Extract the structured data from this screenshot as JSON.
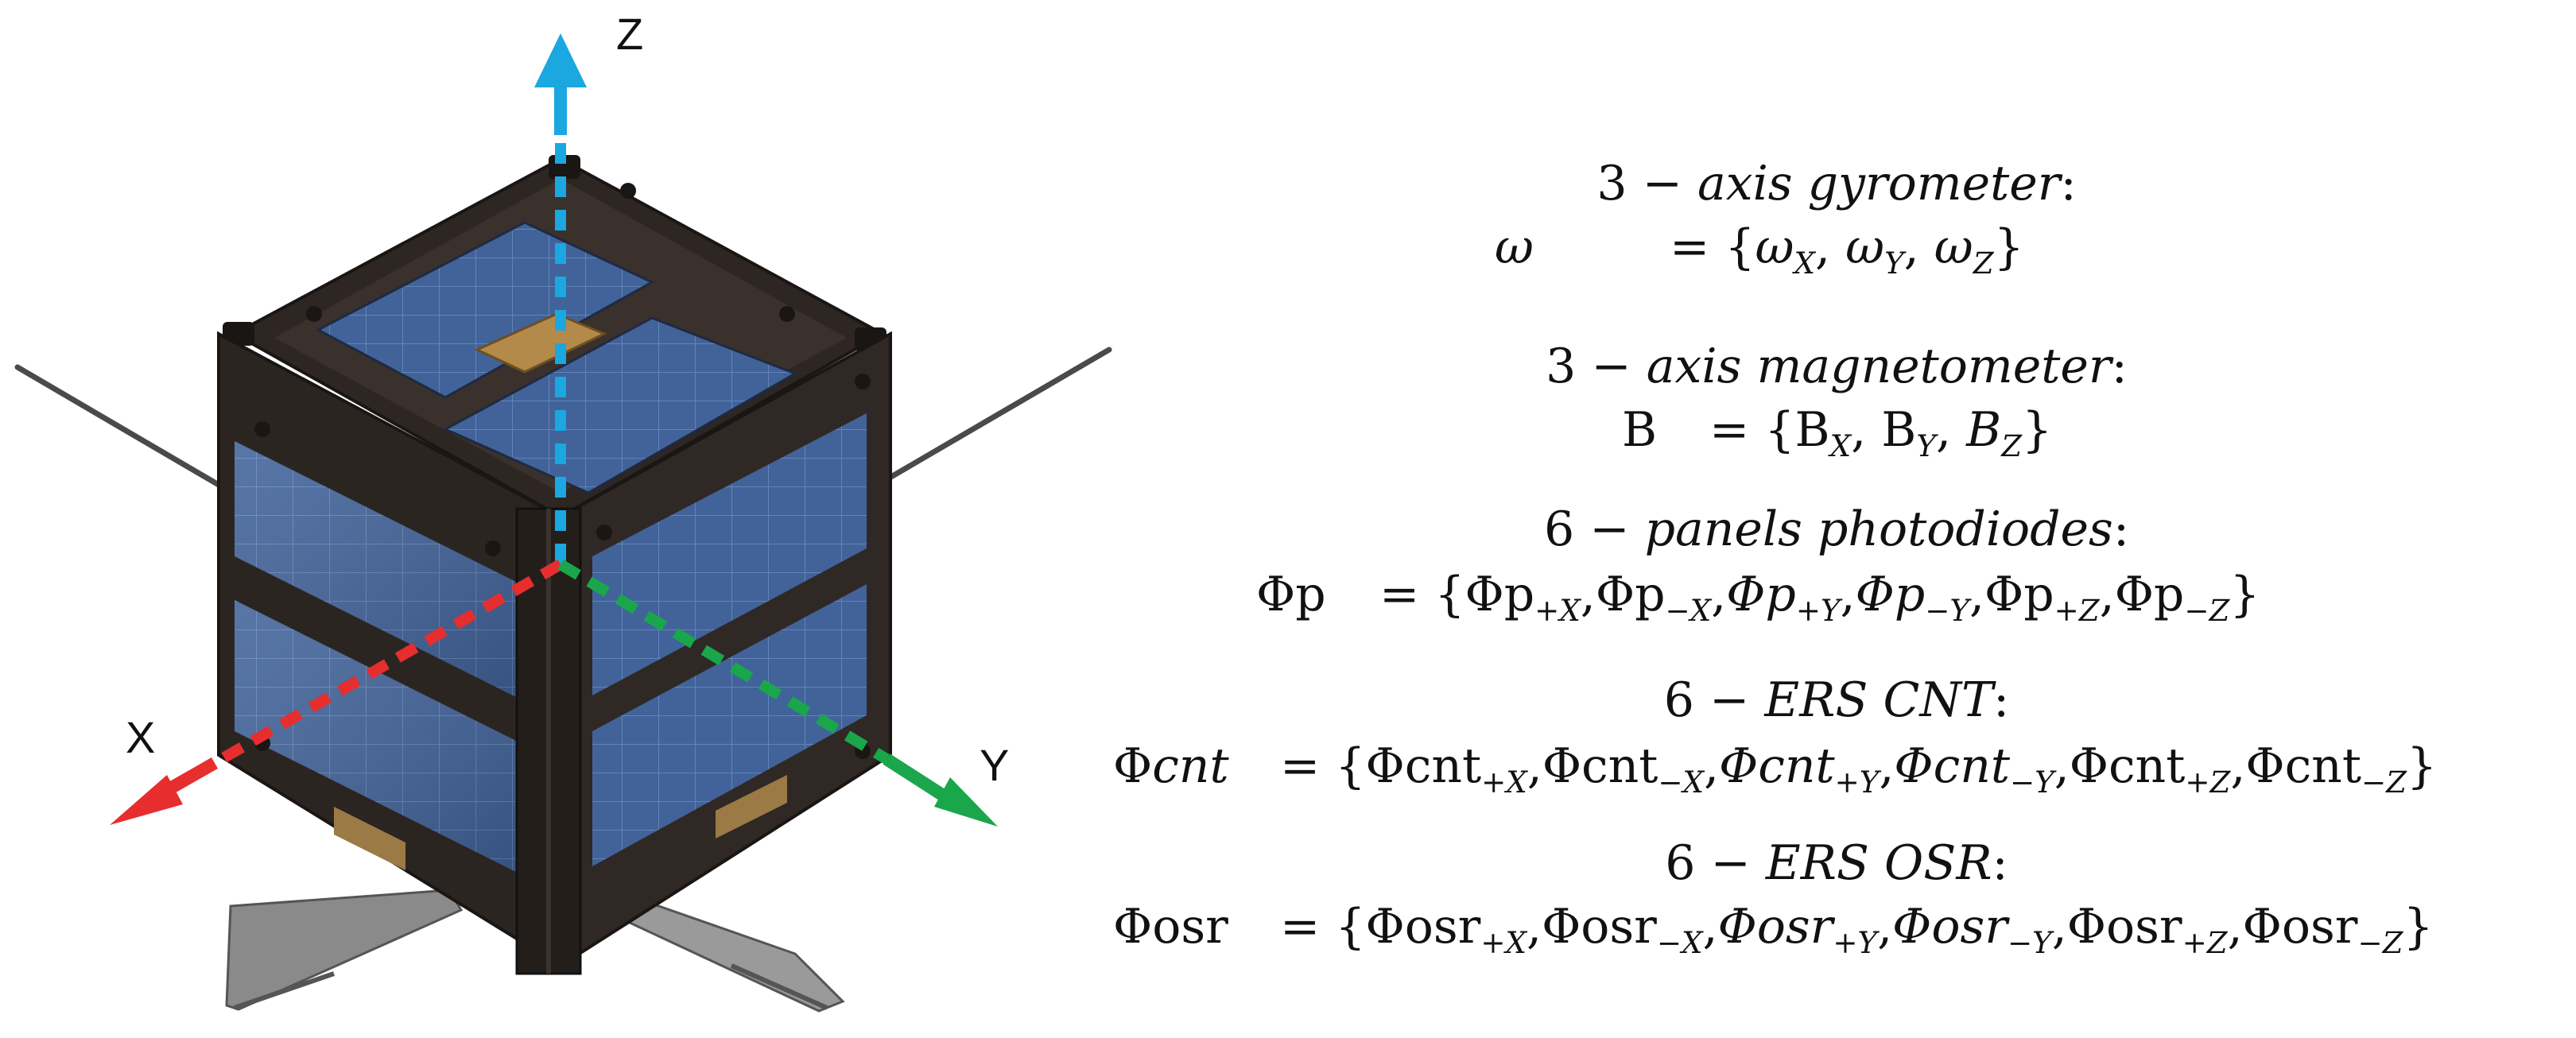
{
  "figure": {
    "axes": {
      "z_label": "Z",
      "x_label": "X",
      "y_label": "Y"
    },
    "colors": {
      "x_axis": "#e62e2e",
      "y_axis": "#1aa64a",
      "z_axis": "#1ba7e0",
      "solar_cell": "#3f5f93",
      "frame": "#2b2522"
    }
  },
  "equations": {
    "gyro": {
      "num": "3",
      "minus": "−",
      "title": "axis gyrometer",
      "colon": ":",
      "symbol": "ω",
      "eq": "=",
      "open": "{",
      "close": "}",
      "comps": [
        "ω",
        "ω",
        "ω"
      ],
      "subs": [
        "X",
        "Y",
        "Z"
      ]
    },
    "mag": {
      "num": "3",
      "minus": "−",
      "title": "axis magnetometer",
      "colon": ":",
      "symbol": "B",
      "eq": "=",
      "open": "{",
      "close": "}",
      "comps": [
        "B",
        "B",
        "B"
      ],
      "subs": [
        "X",
        "Y",
        "Z"
      ]
    },
    "photo": {
      "num": "6",
      "minus": "−",
      "title": "panels photodiodes",
      "colon": ":",
      "symbol": "Φp",
      "eq": "=",
      "open": "{",
      "close": "}",
      "comps": [
        "Φp",
        "Φp",
        "Φp",
        "Φp",
        "Φp",
        "Φp"
      ],
      "subs": [
        "+X",
        "−X",
        "+Y",
        "−Y",
        "+Z",
        "−Z"
      ]
    },
    "cnt": {
      "num": "6",
      "minus": "−",
      "title": "ERS CNT",
      "colon": ":",
      "symbol_phi": "Φ",
      "symbol_rest": "cnt",
      "eq": "=",
      "open": "{",
      "close": "}",
      "comps": [
        "Φcnt",
        "Φcnt",
        "Φcnt",
        "Φcnt",
        "Φcnt",
        "Φcnt"
      ],
      "subs": [
        "+X",
        "−X",
        "+Y",
        "−Y",
        "+Z",
        "−Z"
      ]
    },
    "osr": {
      "num": "6",
      "minus": "−",
      "title": "ERS OSR",
      "colon": ":",
      "symbol": "Φosr",
      "eq": "=",
      "open": "{",
      "close": "}",
      "comps": [
        "Φosr",
        "Φosr",
        "Φosr",
        "Φosr",
        "Φosr",
        "Φosr"
      ],
      "subs": [
        "+X",
        "−X",
        "+Y",
        "−Y",
        "+Z",
        "−Z"
      ]
    },
    "separator": ","
  }
}
